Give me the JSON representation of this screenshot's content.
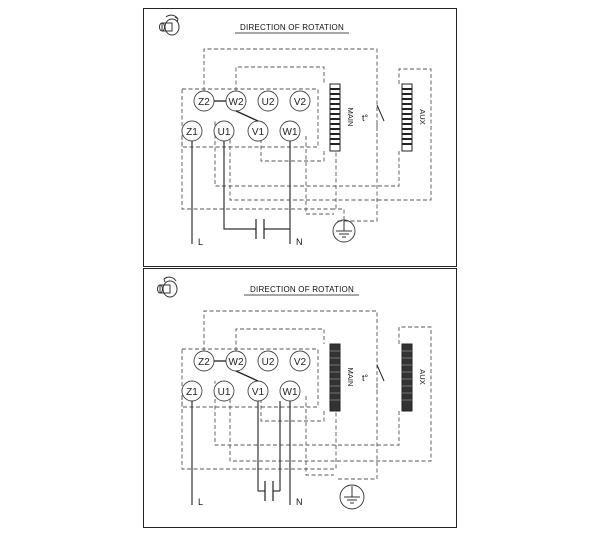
{
  "diagrams": [
    {
      "id": "top",
      "title": "DIRECTION OF ROTATION",
      "terminals_top": [
        "Z2",
        "W2",
        "U2",
        "V2"
      ],
      "terminals_bottom": [
        "Z1",
        "U1",
        "V1",
        "W1"
      ],
      "coil_main": "MAIN",
      "coil_aux": "AUX",
      "thermal_switch": "t°",
      "line_label": "L",
      "neutral_label": "N",
      "icon": "rotation-arrow-icon"
    },
    {
      "id": "bottom",
      "title": "DIRECTION OF ROTATION",
      "terminals_top": [
        "Z2",
        "W2",
        "U2",
        "V2"
      ],
      "terminals_bottom": [
        "Z1",
        "U1",
        "V1",
        "W1"
      ],
      "coil_main": "MAIN",
      "coil_aux": "AUX",
      "thermal_switch": "t°",
      "line_label": "L",
      "neutral_label": "N",
      "icon": "rotation-arrow-icon"
    }
  ],
  "colors": {
    "line": "#222222",
    "dashed": "#555555",
    "coil_fill": "#333333"
  }
}
